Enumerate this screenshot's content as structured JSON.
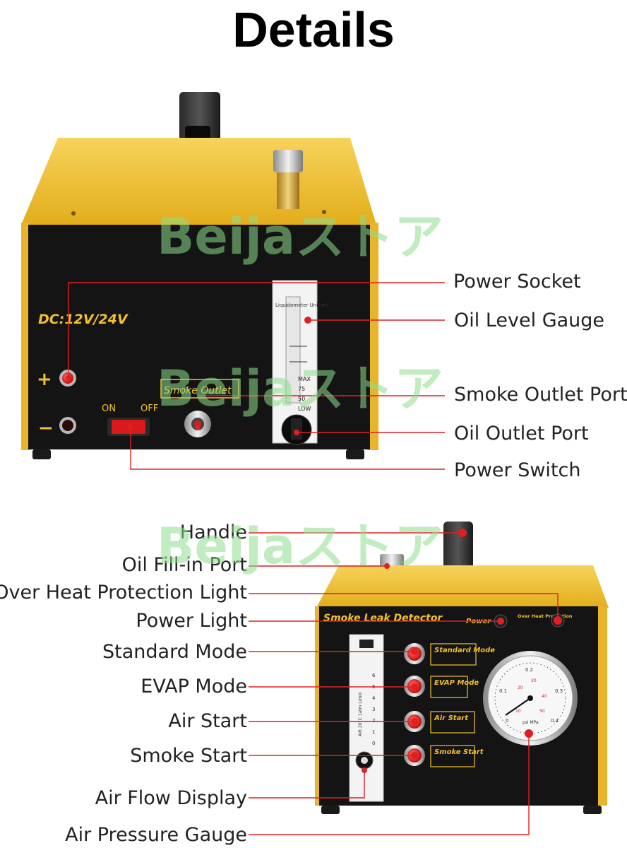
{
  "title": "Details",
  "watermark": "Beijaストア",
  "colors": {
    "body_yellow": "#f2c12e",
    "panel_black": "#121212",
    "callout_red": "#e02020"
  },
  "top_device": {
    "voltage_label": "DC:12V/24V",
    "plus": "+",
    "minus": "−",
    "switch_on": "ON",
    "switch_off": "OFF",
    "smoke_outlet_text": "Smoke Outlet",
    "gauge_title": "Liquidometer Unit:ml",
    "gauge_marks": [
      "MAX",
      "75",
      "50",
      "LOW"
    ]
  },
  "top_callouts": [
    "Power Socket",
    "Oil Level Gauge",
    "Smoke Outlet Port",
    "Oil Outlet Port",
    "Power Switch"
  ],
  "bottom_device": {
    "panel_title": "Smoke Leak Detector",
    "power_text": "Power",
    "overheat_text": "Over Heat Protection",
    "buttons": [
      "Standard Mode",
      "EVAP Mode",
      "Air Start",
      "Smoke Start"
    ],
    "flow_scale": [
      "6",
      "5",
      "4",
      "3",
      "2",
      "1",
      "0"
    ],
    "flow_label": "AIR 20°C 1atm L/min",
    "gauge_scale": [
      "0",
      "0.1",
      "0.2",
      "0.3",
      "0.4",
      "10",
      "20",
      "30",
      "40",
      "50"
    ],
    "gauge_units": "psi MPa"
  },
  "bottom_callouts": [
    "Handle",
    "Oil Fill-in Port",
    "Over Heat Protection Light",
    "Power Light",
    "Standard Mode",
    "EVAP Mode",
    "Air Start",
    "Smoke Start",
    "Air Flow Display",
    "Air Pressure Gauge"
  ]
}
